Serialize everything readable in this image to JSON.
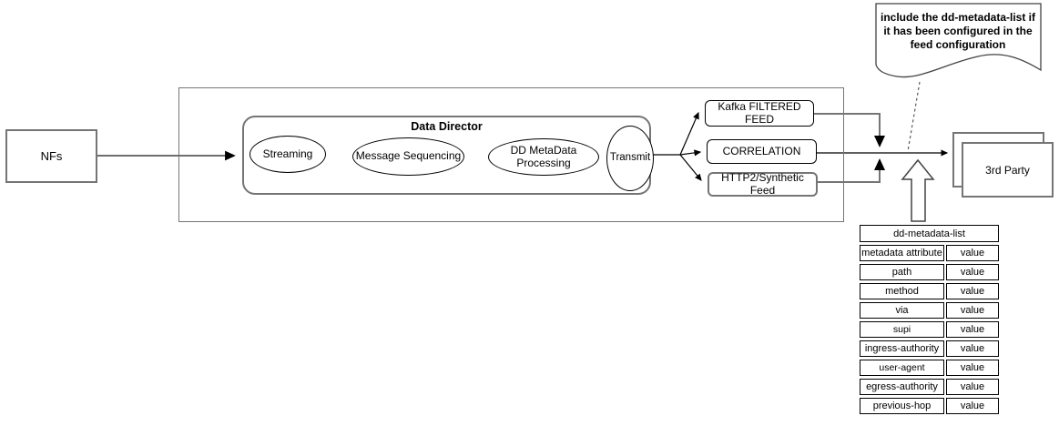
{
  "colors": {
    "shape_border_gray": "#757575",
    "thick_line_gray": "#595959",
    "line_black": "#000000",
    "background": "#ffffff"
  },
  "source": {
    "label": "NFs"
  },
  "data_director": {
    "title": "Data Director",
    "stages": {
      "streaming": "Streaming",
      "message_sequencing": "Message Sequencing",
      "dd_metadata": "DD MetaData Processing",
      "transmit": "Transmit"
    }
  },
  "feeds": {
    "kafka": "Kafka FILTERED FEED",
    "correlation": "CORRELATION",
    "http2": "HTTP2/Synthetic Feed"
  },
  "third_party": {
    "label": "3rd Party"
  },
  "note": {
    "text": "include the dd-metadata-list if it has been configured in the feed configuration"
  },
  "metadata_table": {
    "title": "dd-metadata-list",
    "rows": [
      {
        "attribute": "metadata attribute",
        "value": "value"
      },
      {
        "attribute": "path",
        "value": "value"
      },
      {
        "attribute": "method",
        "value": "value"
      },
      {
        "attribute": "via",
        "value": "value"
      },
      {
        "attribute": "supi",
        "value": "value"
      },
      {
        "attribute": "ingress-authority",
        "value": "value"
      },
      {
        "attribute": "user-agent",
        "value": "value"
      },
      {
        "attribute": "egress-authority",
        "value": "value"
      },
      {
        "attribute": "previous-hop",
        "value": "value"
      }
    ]
  }
}
